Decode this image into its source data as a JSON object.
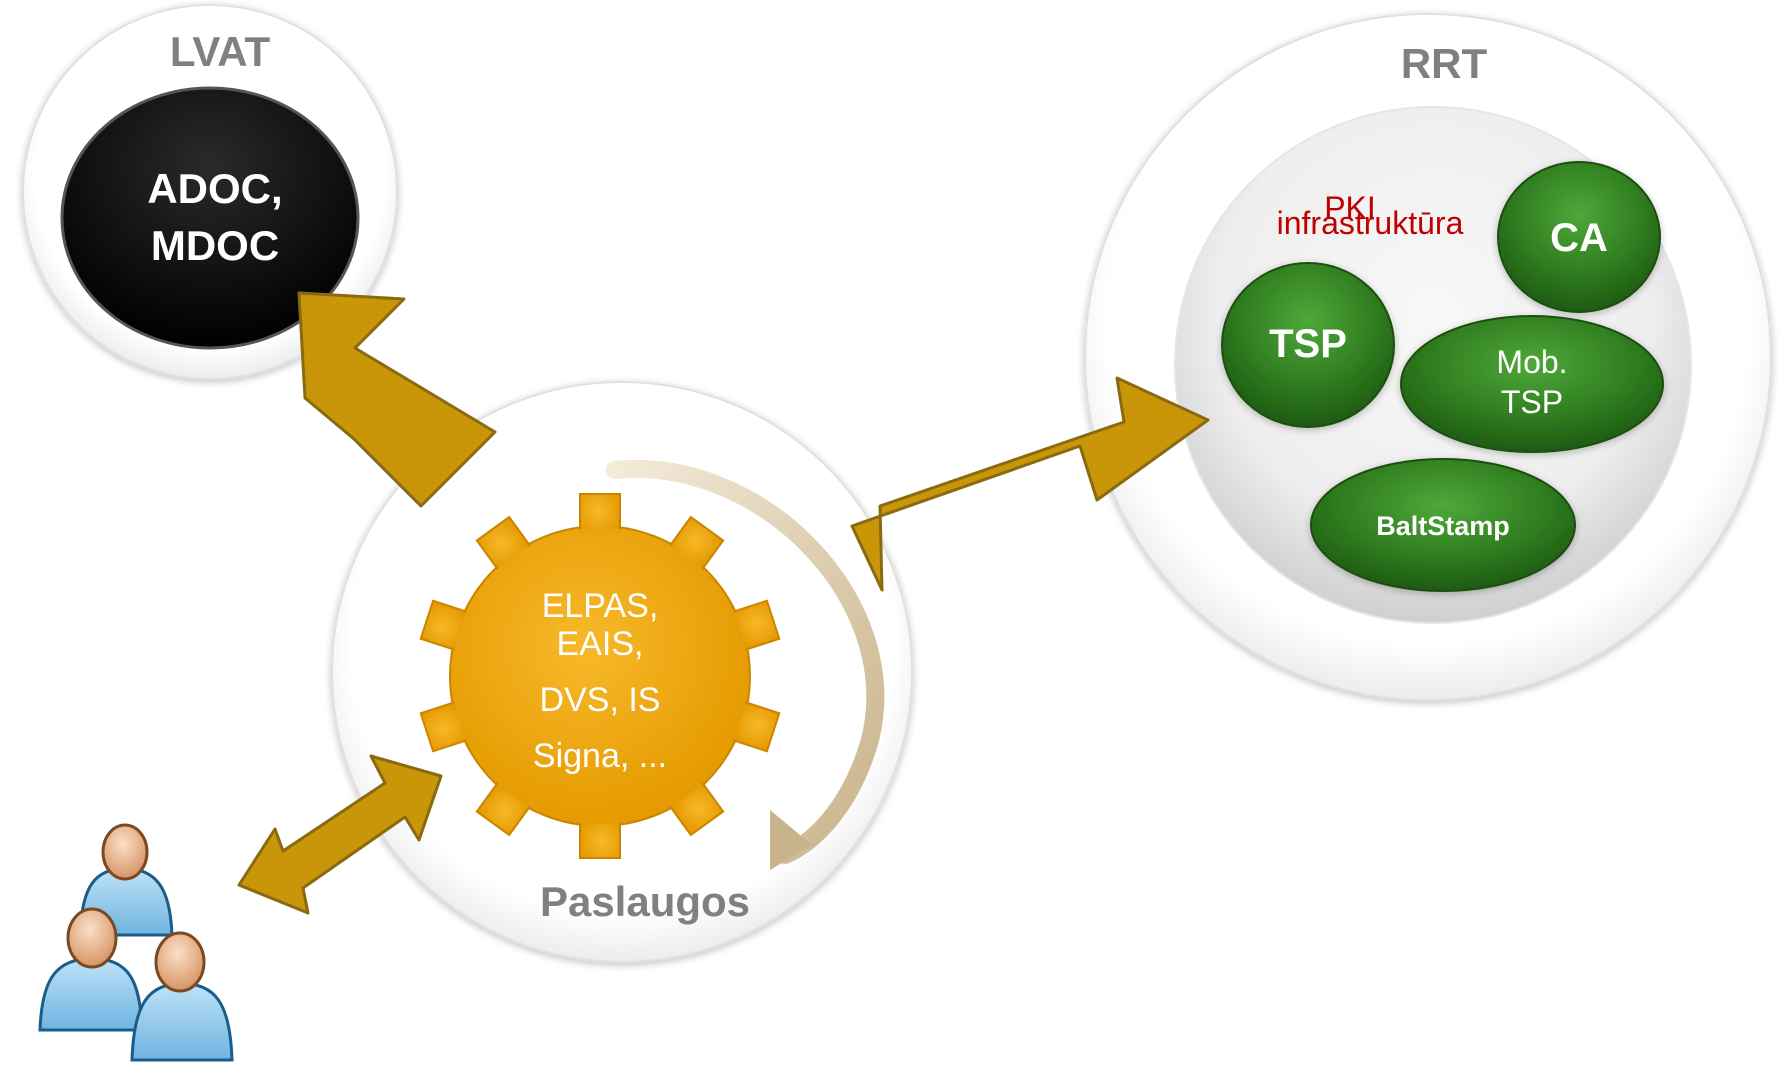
{
  "lvat": {
    "title": "LVAT",
    "system_line1": "ADOC,",
    "system_line2": "MDOC"
  },
  "services": {
    "title": "Paslaugos",
    "line1": "ELPAS,",
    "line2": "EAIS,",
    "line3": "DVS, IS",
    "line4": "Signa, ..."
  },
  "rrt": {
    "title": "RRT",
    "pki_line1": "PKI",
    "pki_line2": "infrastruktūra",
    "ca": "CA",
    "tsp": "TSP",
    "mob_line1": "Mob.",
    "mob_line2": "TSP",
    "baltstamp": "BaltStamp"
  },
  "colors": {
    "arrow": "#c9960a",
    "gear": "#f0a500",
    "node_green": "#2e7d1e",
    "pki_red": "#c00000",
    "title_grey": "#808080"
  },
  "icons": {
    "users": "users-icon",
    "gear": "gear-icon"
  }
}
